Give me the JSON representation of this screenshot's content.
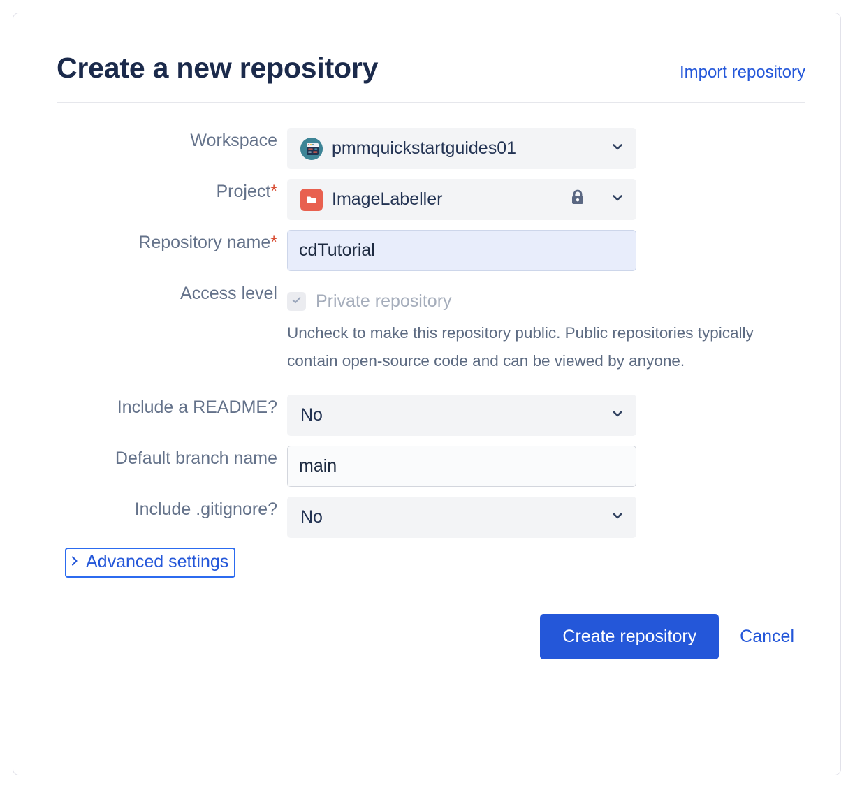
{
  "header": {
    "title": "Create a new repository",
    "import_link": "Import repository"
  },
  "form": {
    "workspace": {
      "label": "Workspace",
      "value": "pmmquickstartguides01",
      "avatar_icon": "workspace-avatar-icon",
      "chevron_icon": "chevron-down-icon"
    },
    "project": {
      "label": "Project",
      "required_mark": "*",
      "value": "ImageLabeller",
      "project_icon": "folder-icon",
      "lock_icon": "lock-icon",
      "chevron_icon": "chevron-down-icon"
    },
    "repository_name": {
      "label": "Repository name",
      "required_mark": "*",
      "value": "cdTutorial",
      "placeholder": ""
    },
    "access_level": {
      "label": "Access level",
      "checkbox_label": "Private repository",
      "checked": true,
      "check_icon": "check-icon",
      "help_text": "Uncheck to make this repository public. Public repositories typically contain open-source code and can be viewed by anyone."
    },
    "include_readme": {
      "label": "Include a README?",
      "value": "No",
      "chevron_icon": "chevron-down-icon"
    },
    "default_branch_name": {
      "label": "Default branch name",
      "value": "main",
      "placeholder": ""
    },
    "include_gitignore": {
      "label": "Include .gitignore?",
      "value": "No",
      "chevron_icon": "chevron-down-icon"
    },
    "advanced_settings": {
      "label": "Advanced settings",
      "caret_icon": "chevron-right-icon",
      "expanded": false
    }
  },
  "actions": {
    "submit_label": "Create repository",
    "cancel_label": "Cancel"
  },
  "colors": {
    "title": "#1b2a4b",
    "link": "#2457d9",
    "primary_button": "#2457d9",
    "label": "#64728a",
    "required": "#d84c32",
    "field_bg": "#f3f4f6",
    "autofill_bg": "#e8edfb",
    "project_icon_bg": "#e8604f",
    "workspace_avatar_bg": "#3d8496",
    "focus_ring": "#2c6bef"
  }
}
